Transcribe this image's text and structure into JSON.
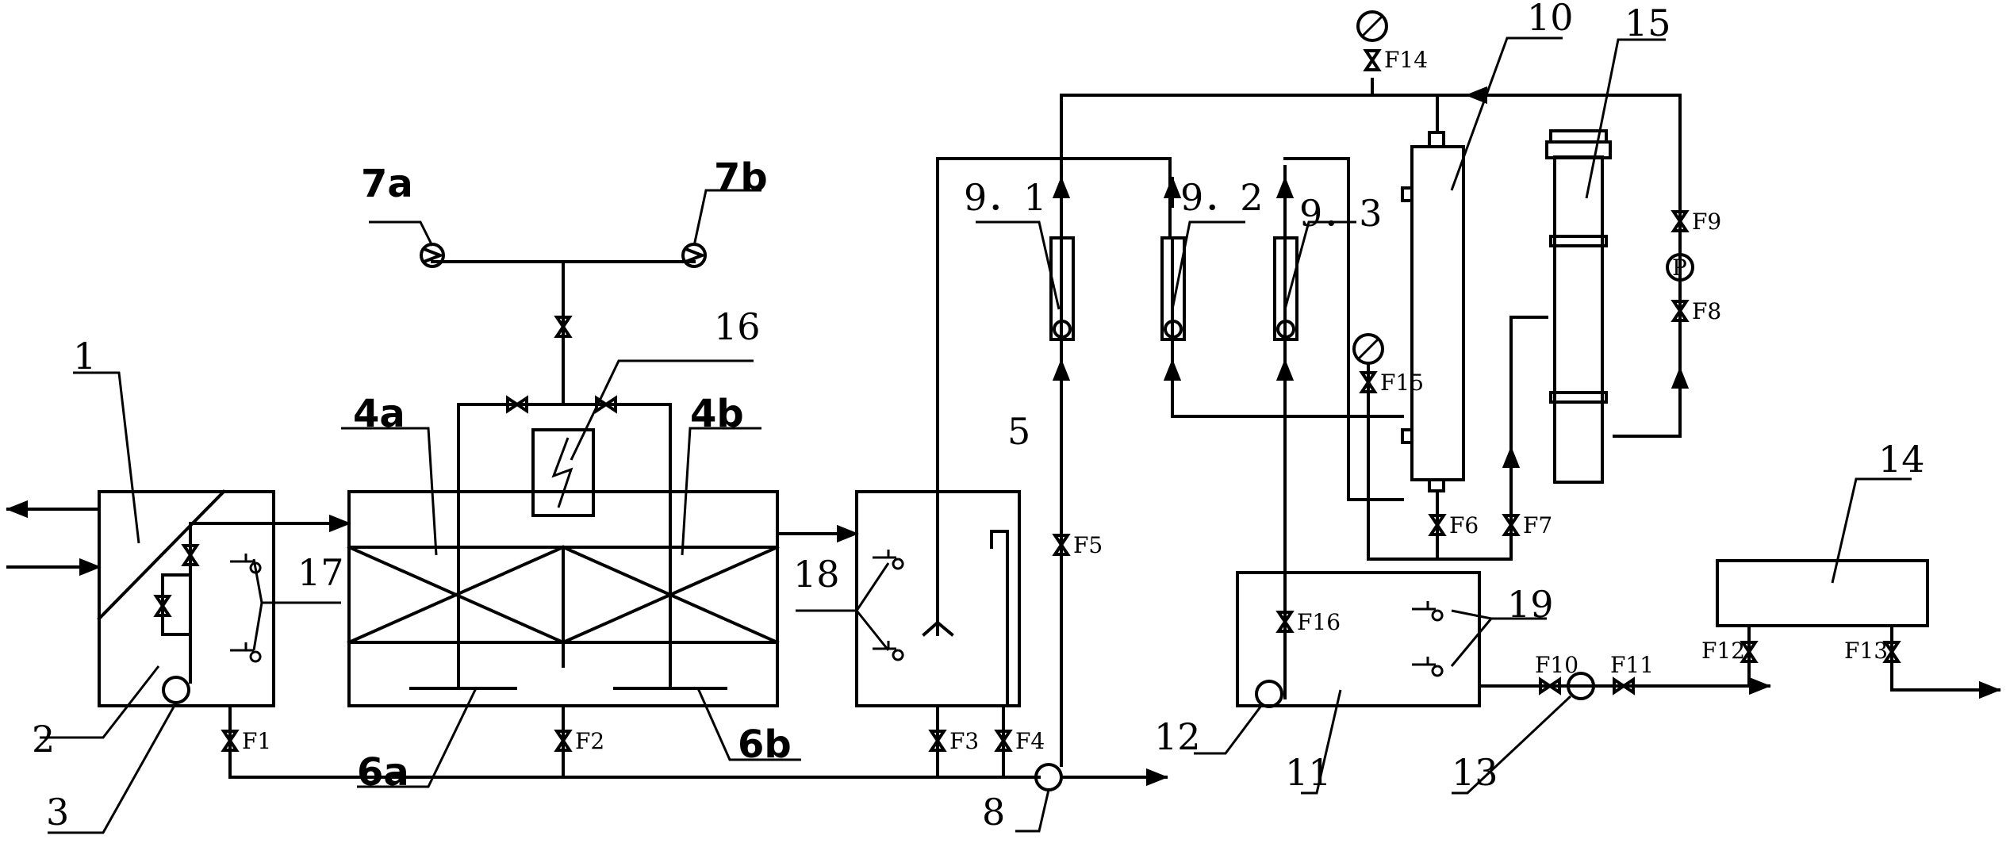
{
  "components": [
    {
      "id": "l1",
      "text": "1"
    },
    {
      "id": "l2",
      "text": "2"
    },
    {
      "id": "l3",
      "text": "3"
    },
    {
      "id": "l4a",
      "text": "4a"
    },
    {
      "id": "l4b",
      "text": "4b"
    },
    {
      "id": "l5",
      "text": "5"
    },
    {
      "id": "l6a",
      "text": "6a"
    },
    {
      "id": "l6b",
      "text": "6b"
    },
    {
      "id": "l7a",
      "text": "7a"
    },
    {
      "id": "l7b",
      "text": "7b"
    },
    {
      "id": "l8",
      "text": "8"
    },
    {
      "id": "l91",
      "text": "9．1"
    },
    {
      "id": "l92",
      "text": "9．2"
    },
    {
      "id": "l93",
      "text": "9．3"
    },
    {
      "id": "l10",
      "text": "10"
    },
    {
      "id": "l11",
      "text": "11"
    },
    {
      "id": "l12",
      "text": "12"
    },
    {
      "id": "l13",
      "text": "13"
    },
    {
      "id": "l14",
      "text": "14"
    },
    {
      "id": "l15",
      "text": "15"
    },
    {
      "id": "l16",
      "text": "16"
    },
    {
      "id": "l17",
      "text": "17"
    },
    {
      "id": "l18",
      "text": "18"
    },
    {
      "id": "l19",
      "text": "19"
    }
  ],
  "valves": [
    {
      "id": "F1",
      "text": "F1"
    },
    {
      "id": "F2",
      "text": "F2"
    },
    {
      "id": "F3",
      "text": "F3"
    },
    {
      "id": "F4",
      "text": "F4"
    },
    {
      "id": "F5",
      "text": "F5"
    },
    {
      "id": "F6",
      "text": "F6"
    },
    {
      "id": "F7",
      "text": "F7"
    },
    {
      "id": "F8",
      "text": "F8"
    },
    {
      "id": "F9",
      "text": "F9"
    },
    {
      "id": "F10",
      "text": "F10"
    },
    {
      "id": "F11",
      "text": "F11"
    },
    {
      "id": "F12",
      "text": "F12"
    },
    {
      "id": "F13",
      "text": "F13"
    },
    {
      "id": "F14",
      "text": "F14"
    },
    {
      "id": "F15",
      "text": "F15"
    },
    {
      "id": "F16",
      "text": "F16"
    }
  ],
  "pump_symbol": "P"
}
